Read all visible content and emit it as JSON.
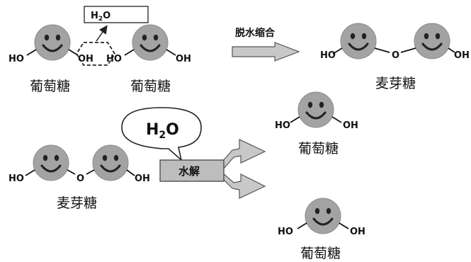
{
  "labels": {
    "ho": "HO",
    "oh": "OH",
    "o": "O",
    "glucose": "葡萄糖",
    "maltose": "麦芽糖",
    "water_formula": "H",
    "water_sub": "2",
    "water_o": "O",
    "condensation": "脱水缩合",
    "hydrolysis": "水解"
  },
  "colors": {
    "face": "#a3a3a3",
    "face_edge": "#8a8a8a",
    "arrow_fill": "#c8c8c8",
    "box_fill": "#bdbdbd"
  }
}
